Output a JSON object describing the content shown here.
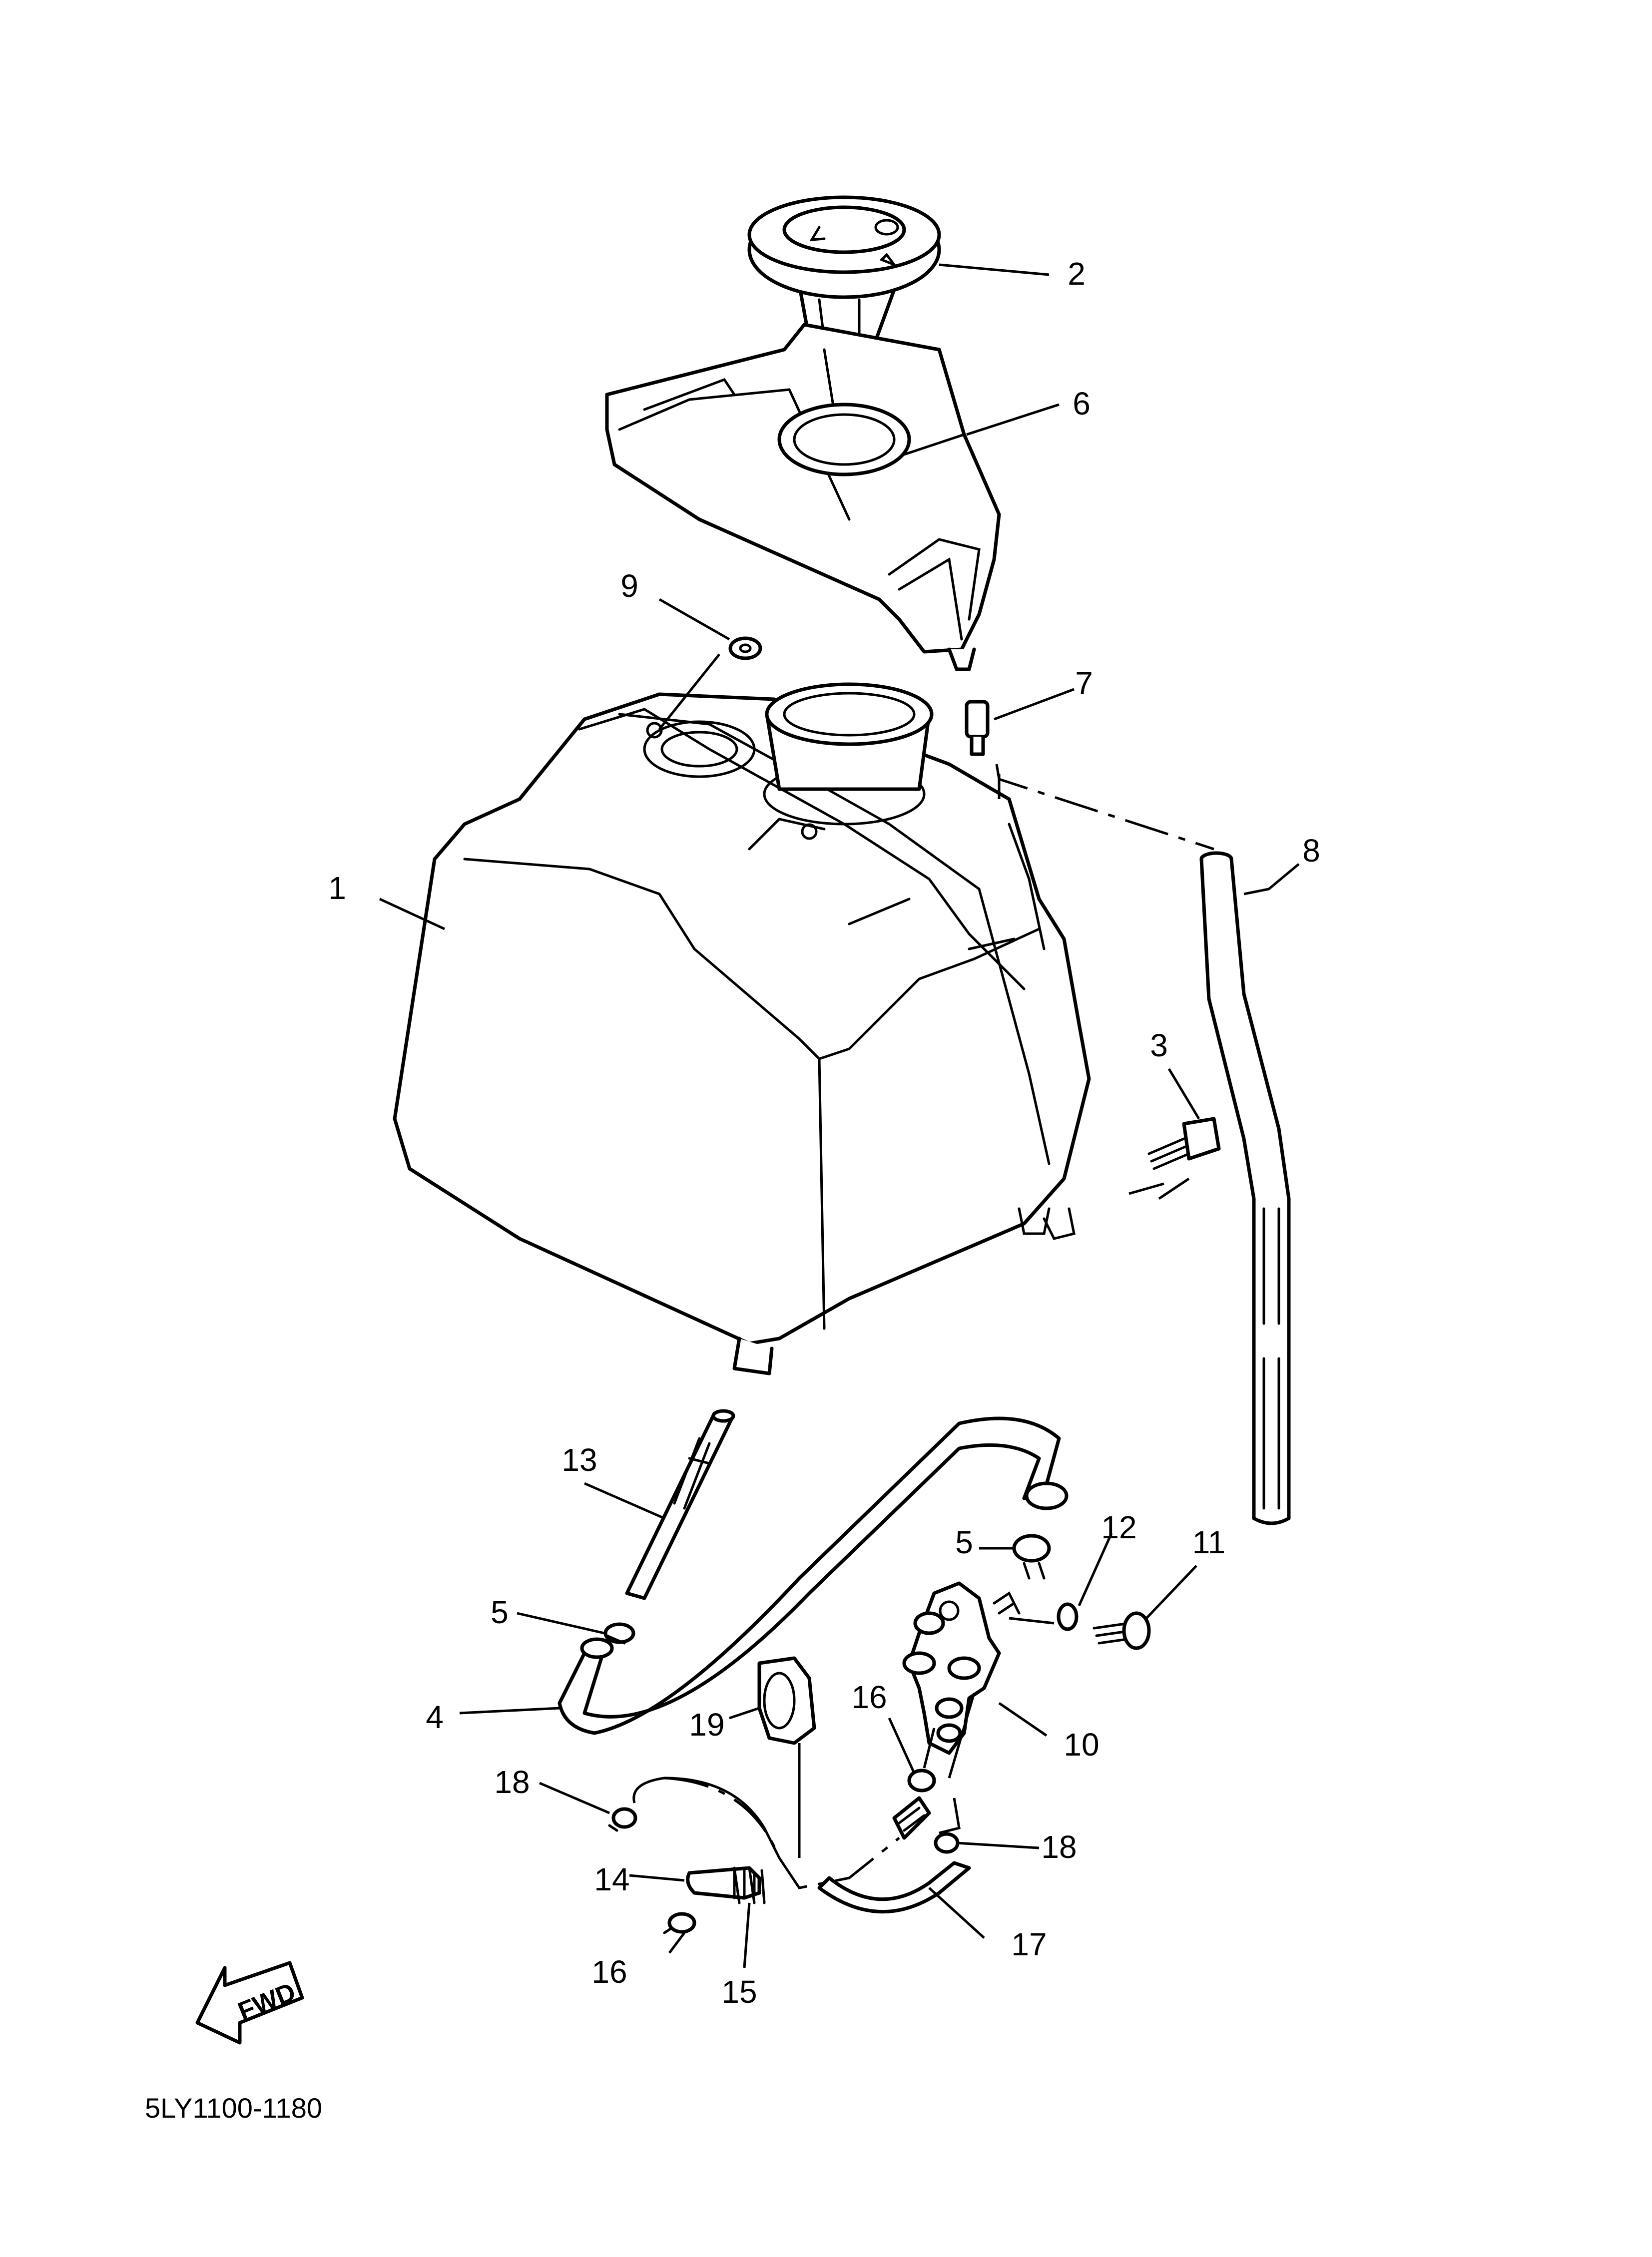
{
  "diagram_code": "5LY1100-1180",
  "fwd_label": "FWD",
  "callouts": [
    {
      "id": "c1",
      "label": "1"
    },
    {
      "id": "c2",
      "label": "2"
    },
    {
      "id": "c3",
      "label": "3"
    },
    {
      "id": "c4",
      "label": "4"
    },
    {
      "id": "c5a",
      "label": "5"
    },
    {
      "id": "c5b",
      "label": "5"
    },
    {
      "id": "c6",
      "label": "6"
    },
    {
      "id": "c7",
      "label": "7"
    },
    {
      "id": "c8",
      "label": "8"
    },
    {
      "id": "c9",
      "label": "9"
    },
    {
      "id": "c10",
      "label": "10"
    },
    {
      "id": "c11",
      "label": "11"
    },
    {
      "id": "c12",
      "label": "12"
    },
    {
      "id": "c13",
      "label": "13"
    },
    {
      "id": "c14",
      "label": "14"
    },
    {
      "id": "c15",
      "label": "15"
    },
    {
      "id": "c16a",
      "label": "16"
    },
    {
      "id": "c16b",
      "label": "16"
    },
    {
      "id": "c17",
      "label": "17"
    },
    {
      "id": "c18a",
      "label": "18"
    },
    {
      "id": "c18b",
      "label": "18"
    },
    {
      "id": "c19",
      "label": "19"
    }
  ]
}
